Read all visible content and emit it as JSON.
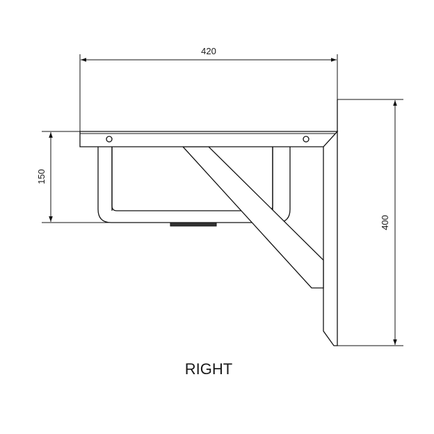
{
  "drawing": {
    "view_label": "RIGHT",
    "dimensions": {
      "width": "420",
      "sink_depth": "150",
      "height": "400"
    }
  }
}
